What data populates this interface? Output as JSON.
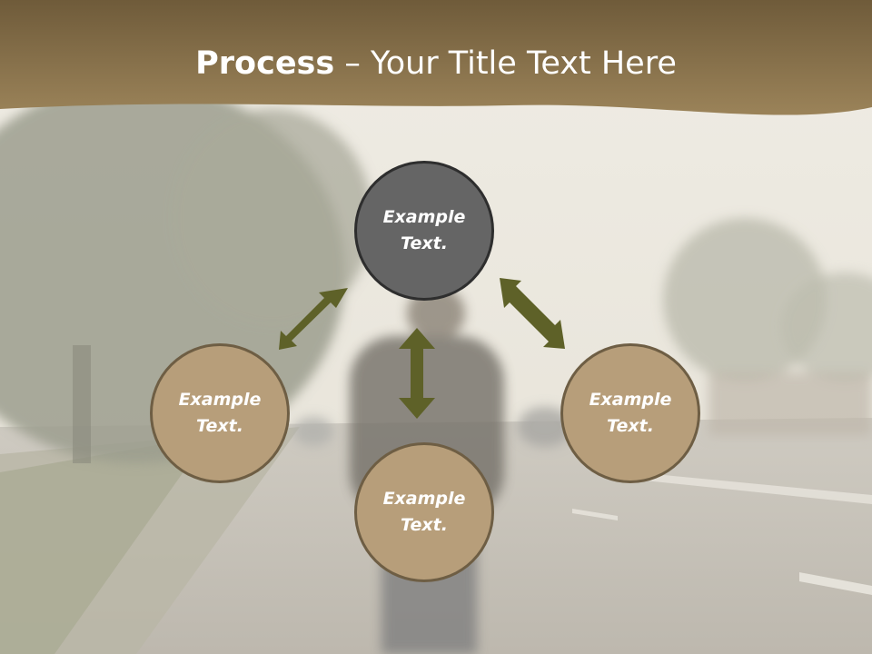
{
  "header": {
    "title_bold": "Process",
    "title_rest": " – Your Title Text Here"
  },
  "diagram": {
    "nodes": {
      "top": {
        "line1": "Example",
        "line2": "Text."
      },
      "left": {
        "line1": "Example",
        "line2": "Text."
      },
      "right": {
        "line1": "Example",
        "line2": "Text."
      },
      "bottom": {
        "line1": "Example",
        "line2": "Text."
      }
    }
  },
  "colors": {
    "header_band": "#8f7650",
    "arrow": "#5e6128",
    "node_highlight": "#656565",
    "node_default": "#b79e7a"
  }
}
